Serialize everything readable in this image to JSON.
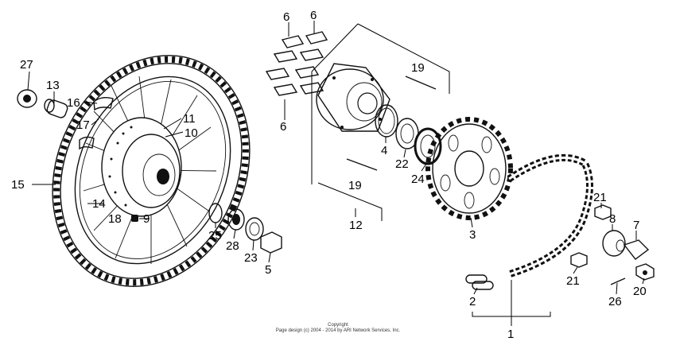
{
  "labels": {
    "p1": "1",
    "p2": "2",
    "p3": "3",
    "p4": "4",
    "p5": "5",
    "p6a": "6",
    "p6b": "6",
    "p6c": "6",
    "p7": "7",
    "p8": "8",
    "p9": "9",
    "p10": "10",
    "p11": "11",
    "p12": "12",
    "p13": "13",
    "p14": "14",
    "p15": "15",
    "p16": "16",
    "p17": "17",
    "p18": "18",
    "p19a": "19",
    "p19b": "19",
    "p20": "20",
    "p21a": "21",
    "p21b": "21",
    "p22": "22",
    "p23": "23",
    "p24": "24",
    "p25": "25",
    "p26": "26",
    "p27": "27",
    "p28": "28"
  },
  "footer": {
    "line1": "Copyright",
    "line2": "Page design (c) 2004 - 2014 by ARI Network Services, Inc."
  }
}
